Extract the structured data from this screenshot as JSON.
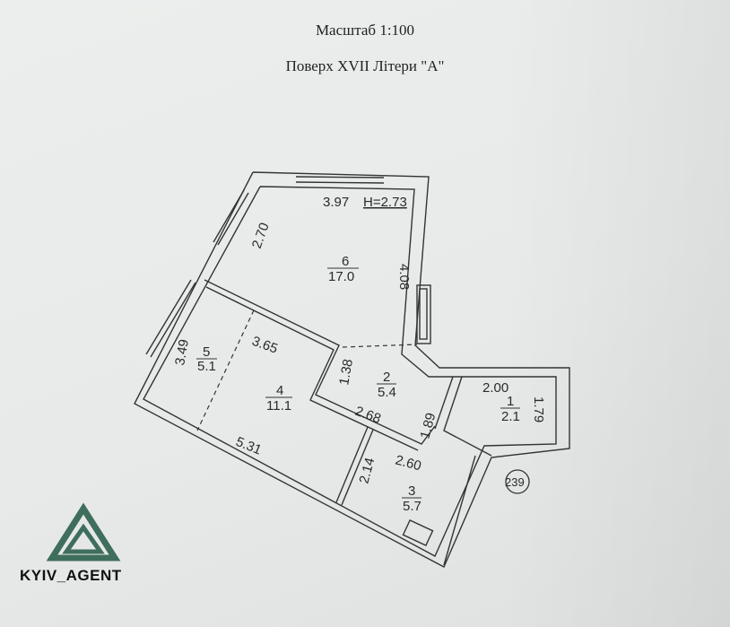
{
  "header": {
    "scale": "Масштаб 1:100",
    "floor": "Поверх XVII Літери \"А\""
  },
  "plan": {
    "ceiling_height": "H=2.73",
    "dimensions": [
      "3.97",
      "2.70",
      "4.08",
      "3.49",
      "3.65",
      "1.38",
      "2.68",
      "1.89",
      "2.00",
      "1.79",
      "5.31",
      "2.14",
      "2.60"
    ],
    "rooms": [
      {
        "number": "1",
        "area": "2.1"
      },
      {
        "number": "2",
        "area": "5.4"
      },
      {
        "number": "3",
        "area": "5.7"
      },
      {
        "number": "4",
        "area": "11.1"
      },
      {
        "number": "5",
        "area": "5.1"
      },
      {
        "number": "6",
        "area": "17.0"
      }
    ],
    "apartment_number": "239"
  },
  "watermark": {
    "text": "KYIV_AGENT",
    "color": "#3f6e5c"
  }
}
